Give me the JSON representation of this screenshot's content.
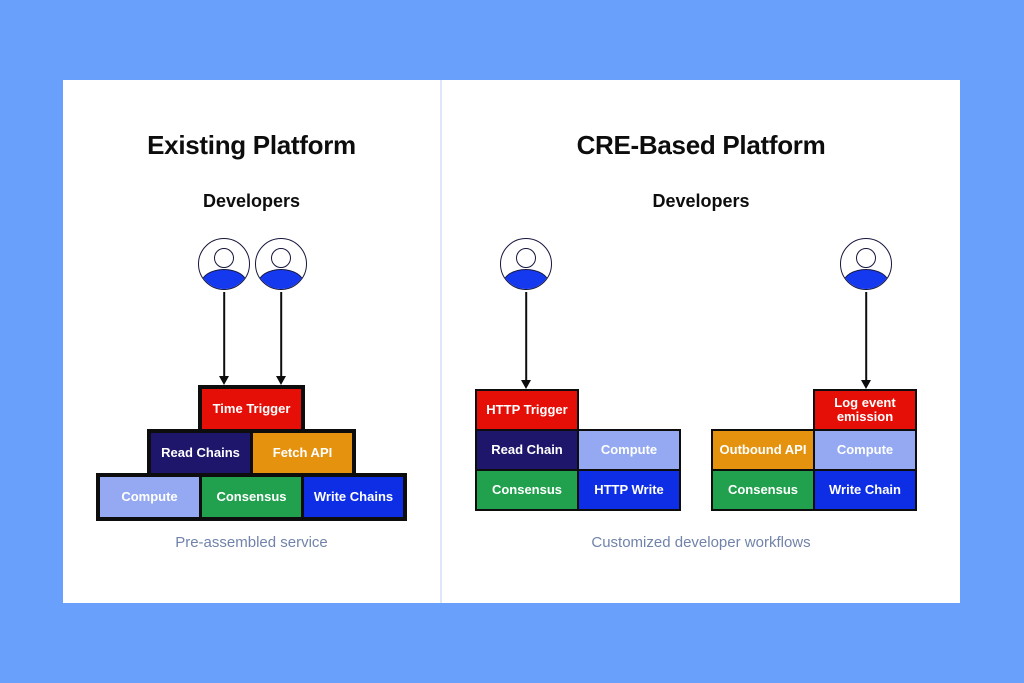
{
  "colors": {
    "page_bg": "#69a0fc",
    "card_bg": "#ffffff",
    "divider": "#dce8fa",
    "title_text": "#0d0d0d",
    "caption_text": "#7183aa",
    "block_text": "#ffffff",
    "border_black": "#0d0d0d",
    "avatar_body_blue": "#1539ee",
    "red": "#e60f07",
    "navy": "#1e166b",
    "orange": "#e5920f",
    "periwinkle": "#94a9f2",
    "green": "#21a14e",
    "blue": "#0d2ee5"
  },
  "left_panel": {
    "title": "Existing Platform",
    "subtitle": "Developers",
    "caption": "Pre-assembled service",
    "developer_count": 2,
    "pyramid": {
      "rows": [
        {
          "blocks": [
            {
              "label": "Time Trigger",
              "color": "red"
            }
          ]
        },
        {
          "blocks": [
            {
              "label": "Read Chains",
              "color": "navy"
            },
            {
              "label": "Fetch API",
              "color": "orange"
            }
          ]
        },
        {
          "blocks": [
            {
              "label": "Compute",
              "color": "periwinkle"
            },
            {
              "label": "Consensus",
              "color": "green"
            },
            {
              "label": "Write Chains",
              "color": "blue"
            }
          ]
        }
      ]
    }
  },
  "right_panel": {
    "title": "CRE-Based Platform",
    "subtitle": "Developers",
    "caption": "Customized developer workflows",
    "developer_count": 2,
    "workflows": [
      {
        "trigger": {
          "label": "HTTP Trigger",
          "color": "red",
          "position": "left"
        },
        "cells": [
          {
            "label": "Read Chain",
            "color": "navy"
          },
          {
            "label": "Compute",
            "color": "periwinkle"
          },
          {
            "label": "Consensus",
            "color": "green"
          },
          {
            "label": "HTTP Write",
            "color": "blue"
          }
        ]
      },
      {
        "trigger": {
          "label": "Log event emission",
          "color": "red",
          "position": "right"
        },
        "cells": [
          {
            "label": "Outbound API",
            "color": "orange"
          },
          {
            "label": "Compute",
            "color": "periwinkle"
          },
          {
            "label": "Consensus",
            "color": "green"
          },
          {
            "label": "Write Chain",
            "color": "blue"
          }
        ]
      }
    ]
  }
}
